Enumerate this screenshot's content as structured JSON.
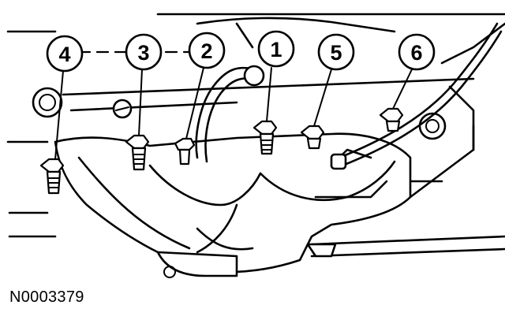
{
  "figure_id": "N0003379",
  "callouts": [
    {
      "label": "4"
    },
    {
      "label": "3"
    },
    {
      "label": "2"
    },
    {
      "label": "1"
    },
    {
      "label": "5"
    },
    {
      "label": "6"
    }
  ]
}
